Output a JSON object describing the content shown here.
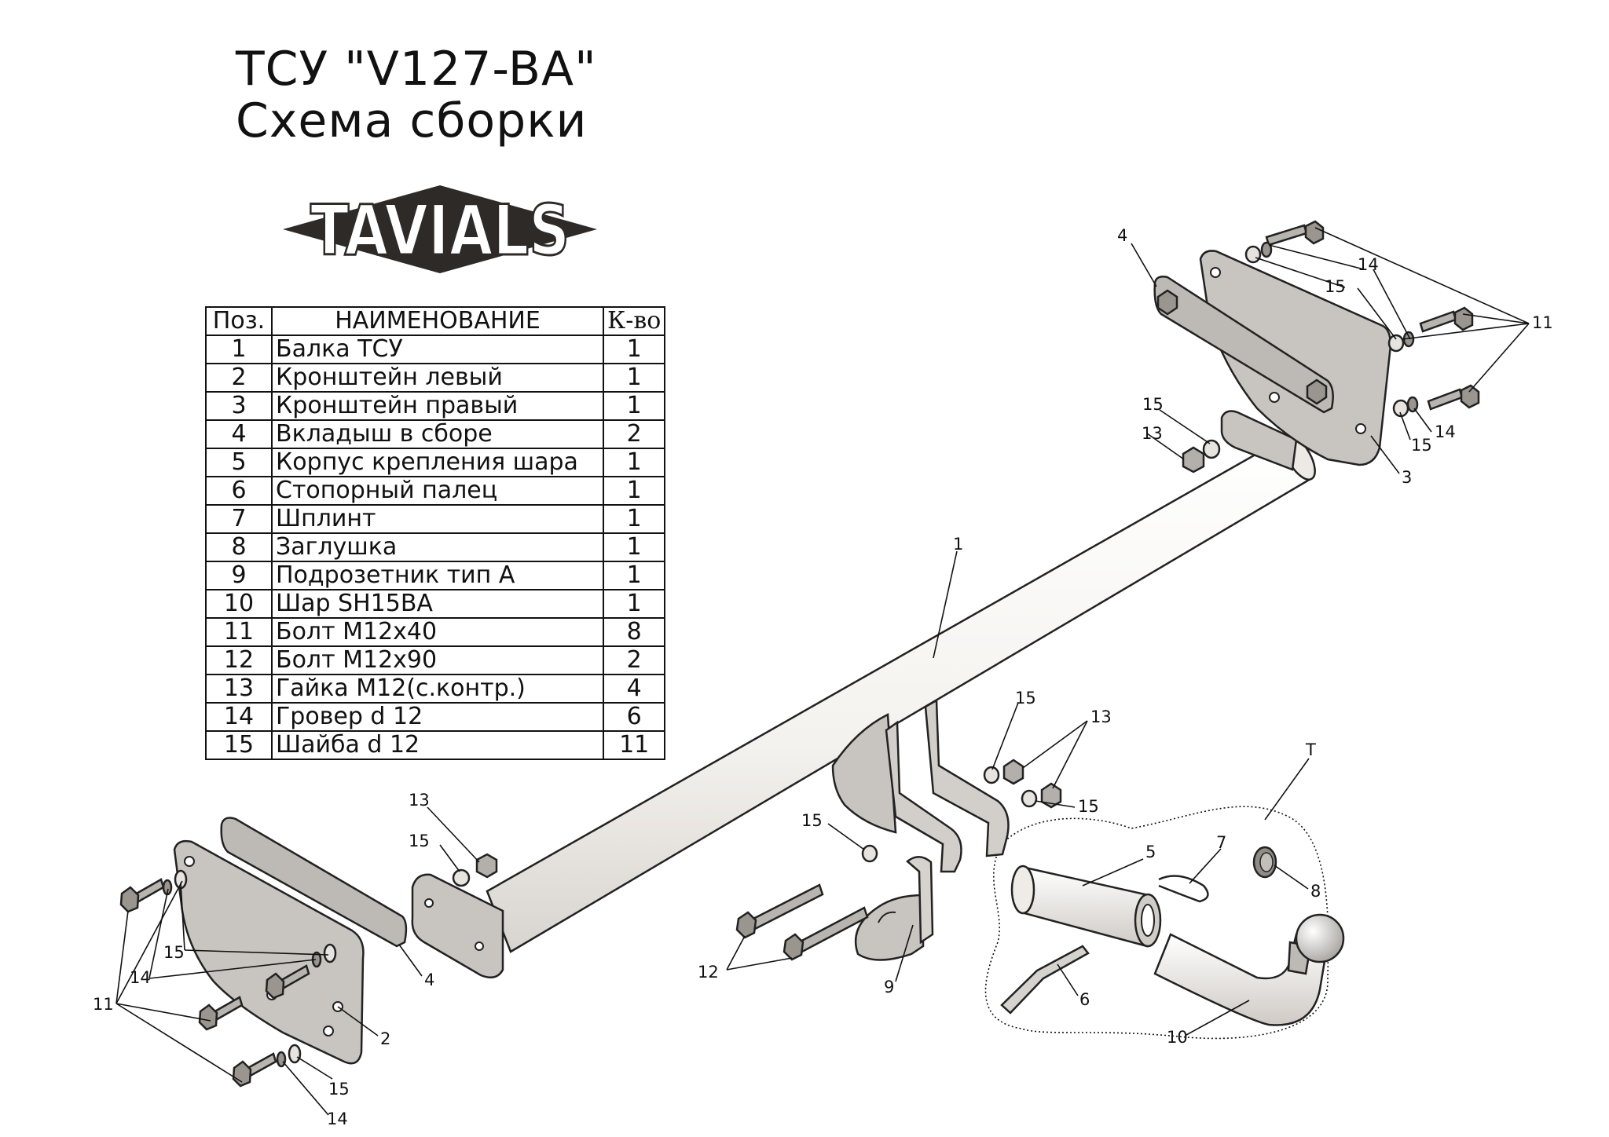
{
  "title": {
    "line1": "ТСУ \"V127-BA\"",
    "line2": "Схема сборки"
  },
  "logo": {
    "text": "TAVIALS",
    "color": "#2e2a27"
  },
  "table": {
    "headers": {
      "pos": "Поз.",
      "name": "НАИМЕНОВАНИЕ",
      "qty": "К-во"
    },
    "rows": [
      {
        "pos": "1",
        "name": "Балка ТСУ",
        "qty": "1"
      },
      {
        "pos": "2",
        "name": "Кронштейн левый",
        "qty": "1"
      },
      {
        "pos": "3",
        "name": "Кронштейн правый",
        "qty": "1"
      },
      {
        "pos": "4",
        "name": "Вкладыш в сборе",
        "qty": "2"
      },
      {
        "pos": "5",
        "name": "Корпус крепления шара",
        "qty": "1"
      },
      {
        "pos": "6",
        "name": "Стопорный палец",
        "qty": "1"
      },
      {
        "pos": "7",
        "name": "Шплинт",
        "qty": "1"
      },
      {
        "pos": "8",
        "name": "Заглушка",
        "qty": "1"
      },
      {
        "pos": "9",
        "name": "Подрозетник тип А",
        "qty": "1"
      },
      {
        "pos": "10",
        "name": "Шар SH15BA",
        "qty": "1"
      },
      {
        "pos": "11",
        "name": "Болт М12х40",
        "qty": "8"
      },
      {
        "pos": "12",
        "name": "Болт М12х90",
        "qty": "2"
      },
      {
        "pos": "13",
        "name": "Гайка М12(с.контр.)",
        "qty": "4"
      },
      {
        "pos": "14",
        "name": "Гровер d 12",
        "qty": "6"
      },
      {
        "pos": "15",
        "name": "Шайба d 12",
        "qty": "11"
      }
    ]
  },
  "callouts": {
    "n1": "1",
    "n2": "2",
    "n3": "3",
    "n4": "4",
    "n5": "5",
    "n6": "6",
    "n7": "7",
    "n8": "8",
    "n9": "9",
    "n10": "10",
    "n11": "11",
    "n12": "12",
    "n13": "13",
    "n14": "14",
    "n15": "15",
    "t": "T"
  },
  "colors": {
    "steel_plate": "#c8c4c0",
    "beam": "#f6f4f0",
    "bolt": "#b8b4b0",
    "line": "#111111"
  }
}
